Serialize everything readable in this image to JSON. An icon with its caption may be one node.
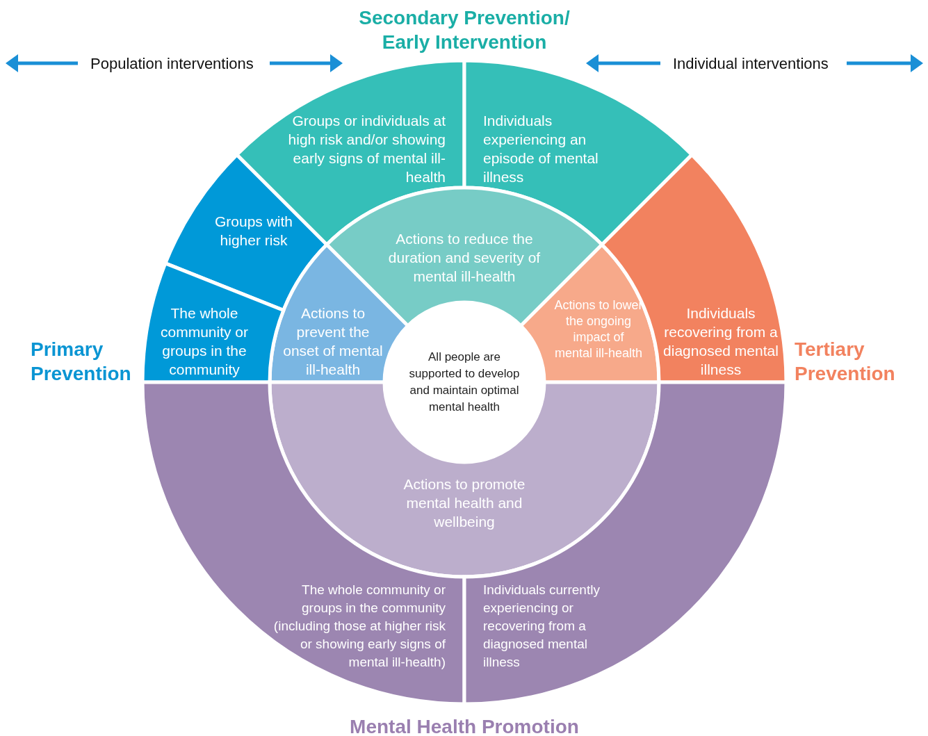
{
  "diagram": {
    "nodes": [
      {
        "text": [
          "Groups or individuals at high risk and/or showing early signs of mental ill-health"
        ]
      },
      {
        "text": [
          "Individuals experiencing an episode of mental illness"
        ]
      },
      {
        "text": [
          "Groups with higher risk"
        ]
      },
      {
        "text": [
          "Actions to reduce the duration and severity of mental ill-health"
        ]
      },
      {
        "text": [
          "Actions to prevent the onset of mental ill-health"
        ]
      },
      {
        "text": [
          "Actions to lower the ongoing impact of mental ill-health"
        ]
      },
      {
        "text": [
          "Individuals recovering from a diagnosed mental illness"
        ]
      },
      {
        "text": [
          "The whole community or groups in the community"
        ]
      },
      {
        "text": [
          "All people are supported to develop and maintain optimal mental health"
        ]
      },
      {
        "text": [
          "Actions to promote mental health and wellbeing"
        ]
      },
      {
        "text": [
          "The whole community or groups in the community (including those at higher risk or showing early signs of mental ill-health)"
        ]
      },
      {
        "text": [
          "Individuals currently experiencing or recovering from a diagnosed mental illness"
        ]
      }
    ],
    "edges": [],
    "labels": [
      "Secondary Prevention/ Early Intervention",
      "Population interventions",
      "Individual interventions",
      "Primary Prevention",
      "Tertiary Prevention",
      "Mental Health Promotion"
    ]
  }
}
